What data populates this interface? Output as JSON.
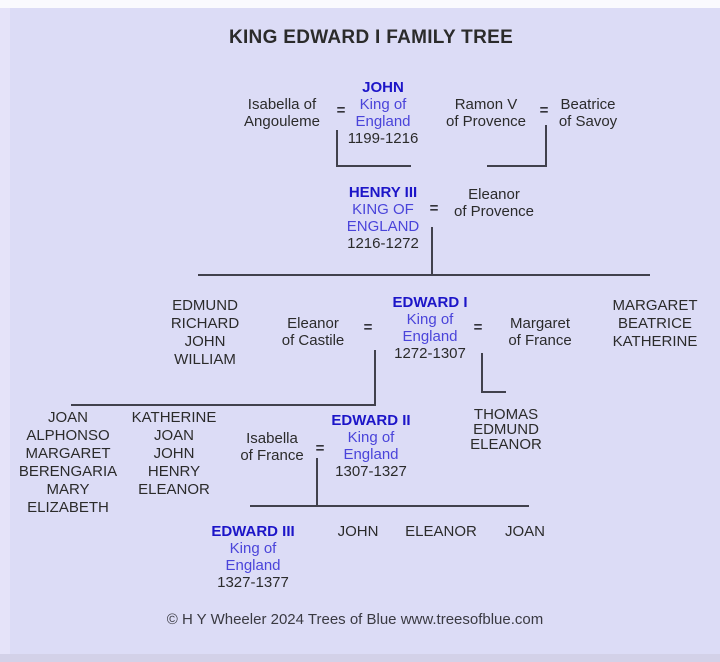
{
  "title": "KING EDWARD I FAMILY TREE",
  "footer": "© H Y Wheeler 2024 Trees of Blue www.treesofblue.com",
  "symbols": {
    "equals": "="
  },
  "colors": {
    "background": "#dcdcf6",
    "royal_name_blue": "#1c15c8",
    "royal_title_blue": "#4a44da",
    "text_dark": "#2b2b2b",
    "line": "#41414d"
  },
  "monarchs": {
    "john": {
      "name": "JOHN",
      "title_lines": [
        "King of",
        "England"
      ],
      "dates": "1199-1216"
    },
    "henry3": {
      "name": "HENRY III",
      "title_lines": [
        "KING OF",
        "ENGLAND"
      ],
      "dates": "1216-1272"
    },
    "edward1": {
      "name": "EDWARD I",
      "title_lines": [
        "King of",
        "England"
      ],
      "dates": "1272-1307"
    },
    "edward2": {
      "name": "EDWARD II",
      "title_lines": [
        "King of",
        "England"
      ],
      "dates": "1307-1327"
    },
    "edward3": {
      "name": "EDWARD III",
      "title_lines": [
        "King of",
        "England"
      ],
      "dates": "1327-1377"
    }
  },
  "spouses": {
    "isabella_angouleme": {
      "lines": [
        "Isabella of",
        "Angouleme"
      ]
    },
    "ramon_v": {
      "lines": [
        "Ramon V",
        "of Provence"
      ]
    },
    "beatrice_savoy": {
      "lines": [
        "Beatrice",
        "of Savoy"
      ]
    },
    "eleanor_provence": {
      "lines": [
        "Eleanor",
        "of Provence"
      ]
    },
    "eleanor_castile": {
      "lines": [
        "Eleanor",
        "of Castile"
      ]
    },
    "margaret_france": {
      "lines": [
        "Margaret",
        "of France"
      ]
    },
    "isabella_france": {
      "lines": [
        "Isabella",
        "of France"
      ]
    }
  },
  "children": {
    "henry3_sons": [
      "EDMUND",
      "RICHARD",
      "JOHN",
      "WILLIAM"
    ],
    "henry3_daughters": [
      "MARGARET",
      "BEATRICE",
      "KATHERINE"
    ],
    "edward1_castile_a": [
      "JOAN",
      "ALPHONSO",
      "MARGARET",
      "BERENGARIA",
      "MARY",
      "ELIZABETH"
    ],
    "edward1_castile_b": [
      "KATHERINE",
      "JOAN",
      "JOHN",
      "HENRY",
      "ELEANOR"
    ],
    "edward1_france": [
      "THOMAS",
      "EDMUND",
      "ELEANOR"
    ],
    "edward2_children": [
      "JOHN",
      "ELEANOR",
      "JOAN"
    ]
  }
}
